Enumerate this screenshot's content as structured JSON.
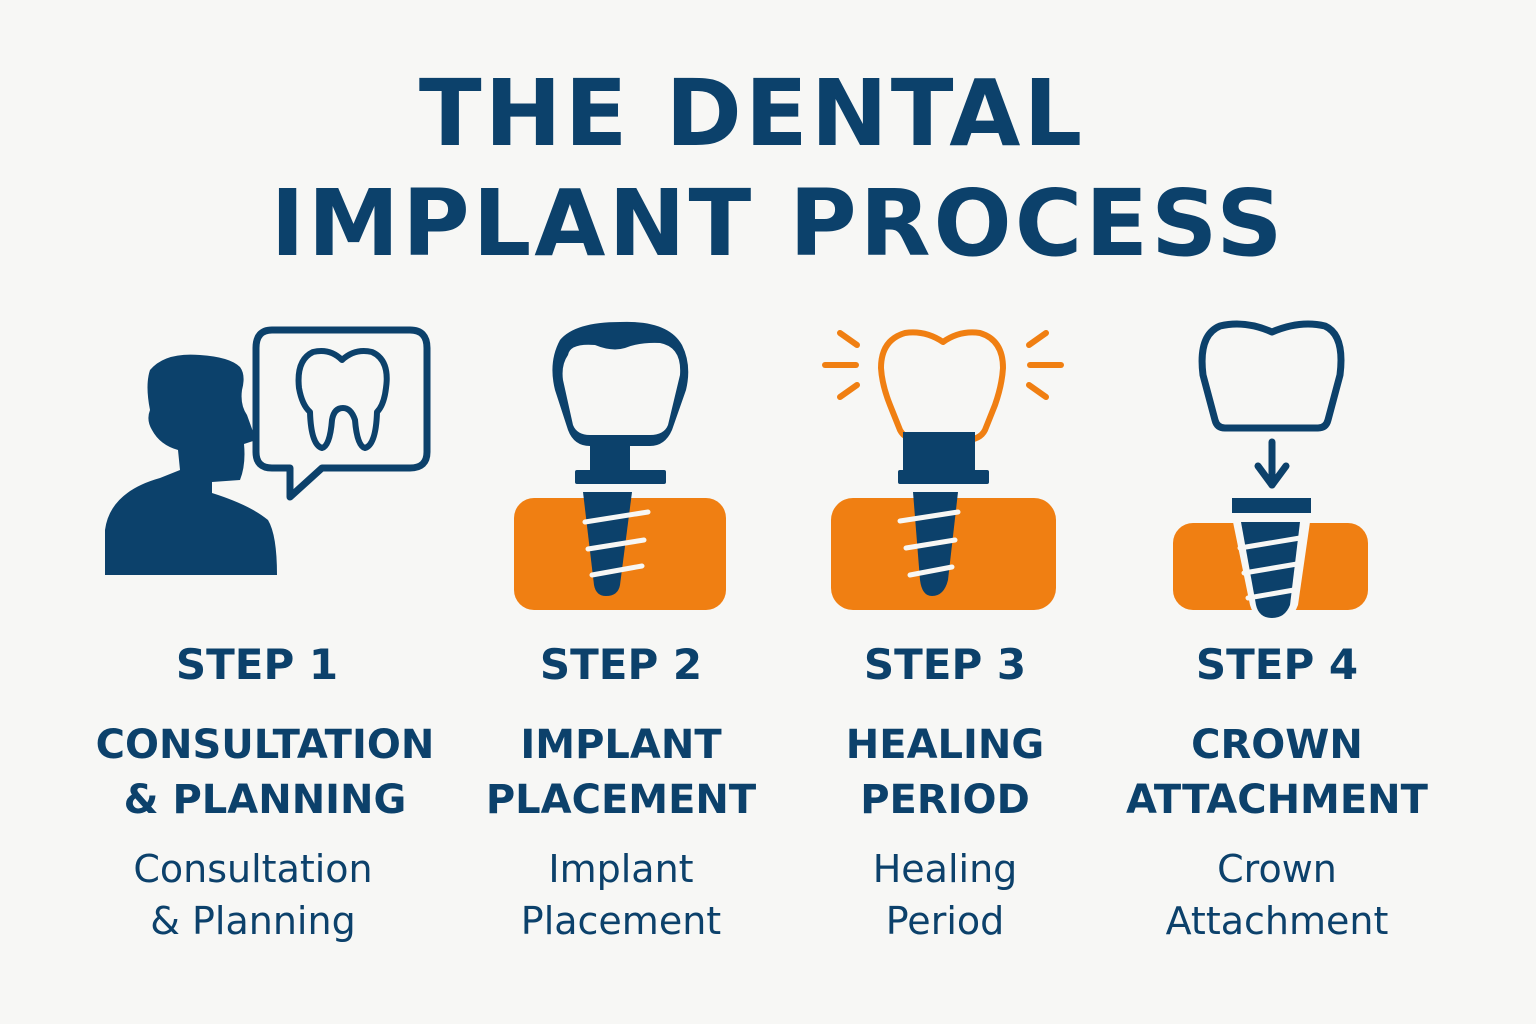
{
  "title": {
    "line1": "THE DENTAL",
    "line2": "IMPLANT PROCESS"
  },
  "colors": {
    "navy": "#0c416b",
    "orange": "#f07f12",
    "background": "#f7f7f5"
  },
  "steps": [
    {
      "step": "STEP 1",
      "heading": [
        "CONSULTATION",
        "& PLANNING"
      ],
      "description": [
        "Consultation",
        "& Planning"
      ],
      "icon": "person-speech-bubble-tooth-icon"
    },
    {
      "step": "STEP 2",
      "heading": [
        "IMPLANT",
        "PLACEMENT"
      ],
      "description": [
        "Implant",
        "Placement"
      ],
      "icon": "implant-in-gum-icon"
    },
    {
      "step": "STEP 3",
      "heading": [
        "HEALING",
        "PERIOD"
      ],
      "description": [
        "Healing",
        "Period"
      ],
      "icon": "glowing-crown-implant-icon"
    },
    {
      "step": "STEP 4",
      "heading": [
        "CROWN",
        "ATTACHMENT"
      ],
      "description": [
        "Crown",
        "Attachment"
      ],
      "icon": "crown-arrow-implant-icon"
    }
  ]
}
